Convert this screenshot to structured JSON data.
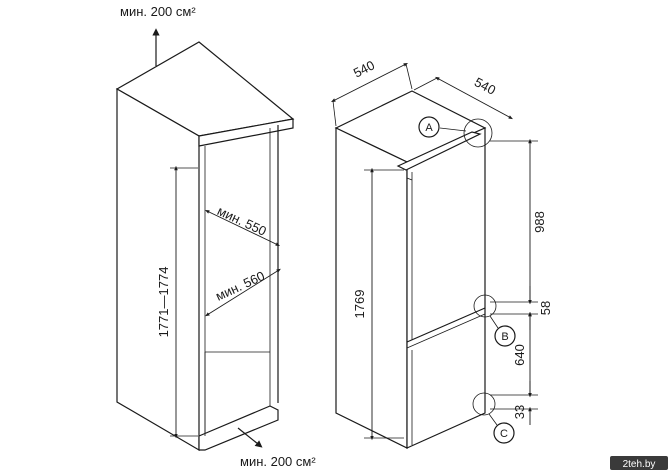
{
  "left_view": {
    "vent_top": "мин. 200 см²",
    "vent_bottom": "мин. 200 см²",
    "height_range": "1771—1774",
    "min_width": "мин. 550",
    "min_depth": "мин. 560"
  },
  "right_view": {
    "width": "540",
    "depth": "540",
    "height": "1769",
    "upper_section": "988",
    "gap": "58",
    "lower_section": "640",
    "bottom_gap": "33",
    "callouts": [
      "A",
      "B",
      "C"
    ]
  },
  "watermark": "2teh.by"
}
